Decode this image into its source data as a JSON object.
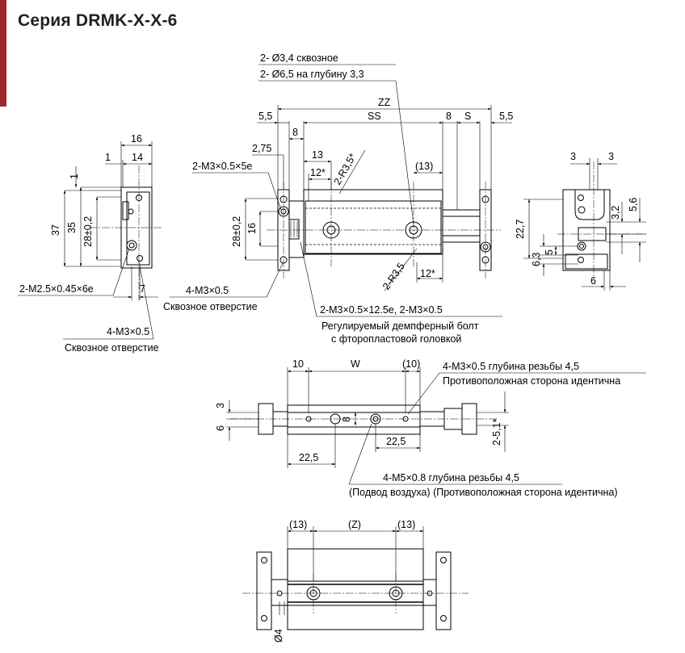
{
  "header": {
    "title": "Серия DRMK-X-X-6",
    "accent_color": "#a3262c"
  },
  "drawing": {
    "side_left": {
      "dims": [
        "16",
        "14",
        "1",
        "1",
        "37",
        "35",
        "28±0,2",
        "7"
      ],
      "notes": [
        "2-M2.5×0.45×6e",
        "4-M3×0.5",
        "Сквозное отверстие"
      ]
    },
    "front": {
      "dims": [
        "5,5",
        "8",
        "ZZ",
        "SS",
        "8",
        "S",
        "5,5",
        "2,75",
        "13",
        "12*",
        "(13)",
        "28±0,2",
        "16",
        "12*"
      ],
      "radius_labels": [
        "2-R3,5*",
        "2-R3,5"
      ],
      "notes": {
        "hole_1": "2- Ø3,4 сквозное",
        "hole_2": "2- Ø6,5 на глубину 3,3",
        "tap": "2-M3×0.5×5e",
        "through_1": "4-M3×0.5",
        "through_2": "Сквозное отверстие",
        "bolt_1": "2-M3×0.5×12.5e, 2-M3×0.5",
        "bolt_2": "Регулируемый демпферный болт",
        "bolt_3": "с фторопластовой головкой"
      }
    },
    "side_right": {
      "dims": [
        "3",
        "3",
        "22,7",
        "3,2",
        "5,6",
        "6,3",
        "5",
        "6"
      ]
    },
    "bottom": {
      "dims": [
        "10",
        "W",
        "(10)",
        "3",
        "6",
        "8",
        "22,5",
        "22,5",
        "2-5,1*"
      ],
      "notes": {
        "tap_1": "4-M3×0.5 глубина резьбы 4,5",
        "tap_2": "Противоположная сторона идентична",
        "port_1": "4-M5×0.8 глубина резьбы 4,5",
        "port_2": "(Подвод воздуха) (Противоположная сторона идентична)"
      }
    },
    "top": {
      "dims": [
        "(13)",
        "(Z)",
        "(13)",
        "Ø4"
      ]
    }
  }
}
